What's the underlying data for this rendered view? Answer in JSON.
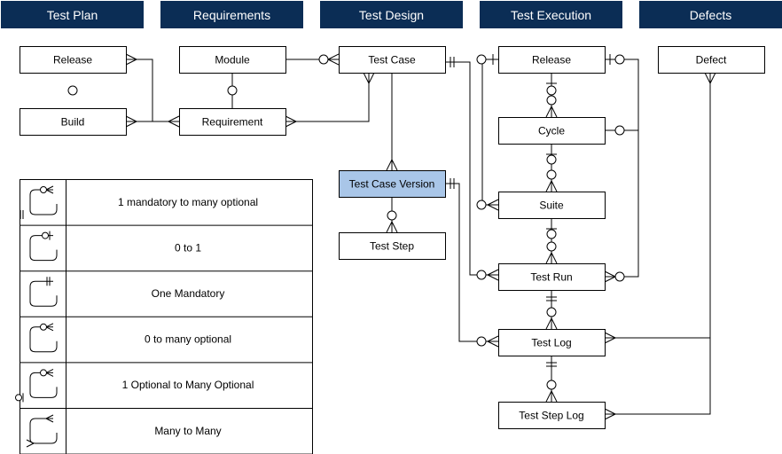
{
  "colors": {
    "header_fill": "#0b2d55",
    "header_text": "#ffffff",
    "highlight_fill": "#a9c6e8",
    "line": "#000000"
  },
  "headers": [
    {
      "id": "test-plan",
      "label": "Test Plan"
    },
    {
      "id": "requirements",
      "label": "Requirements"
    },
    {
      "id": "test-design",
      "label": "Test Design"
    },
    {
      "id": "test-execution",
      "label": "Test Execution"
    },
    {
      "id": "defects",
      "label": "Defects"
    }
  ],
  "entities": [
    {
      "id": "release-plan",
      "label": "Release"
    },
    {
      "id": "build",
      "label": "Build"
    },
    {
      "id": "module",
      "label": "Module"
    },
    {
      "id": "requirement",
      "label": "Requirement"
    },
    {
      "id": "test-case",
      "label": "Test Case"
    },
    {
      "id": "test-case-version",
      "label": "Test Case Version",
      "highlight": true
    },
    {
      "id": "test-step",
      "label": "Test Step"
    },
    {
      "id": "release-exec",
      "label": "Release"
    },
    {
      "id": "cycle",
      "label": "Cycle"
    },
    {
      "id": "suite",
      "label": "Suite"
    },
    {
      "id": "test-run",
      "label": "Test Run"
    },
    {
      "id": "test-log",
      "label": "Test Log"
    },
    {
      "id": "test-step-log",
      "label": "Test Step Log"
    },
    {
      "id": "defect",
      "label": "Defect"
    }
  ],
  "legend": [
    {
      "id": "one-mandatory-to-many-optional",
      "label": "1 mandatory to many optional"
    },
    {
      "id": "zero-to-one",
      "label": "0 to 1"
    },
    {
      "id": "one-mandatory",
      "label": "One Mandatory"
    },
    {
      "id": "zero-to-many-optional",
      "label": "0 to many optional"
    },
    {
      "id": "one-optional-to-many-optional",
      "label": "1 Optional to Many Optional"
    },
    {
      "id": "many-to-many",
      "label": "Many to Many"
    }
  ]
}
